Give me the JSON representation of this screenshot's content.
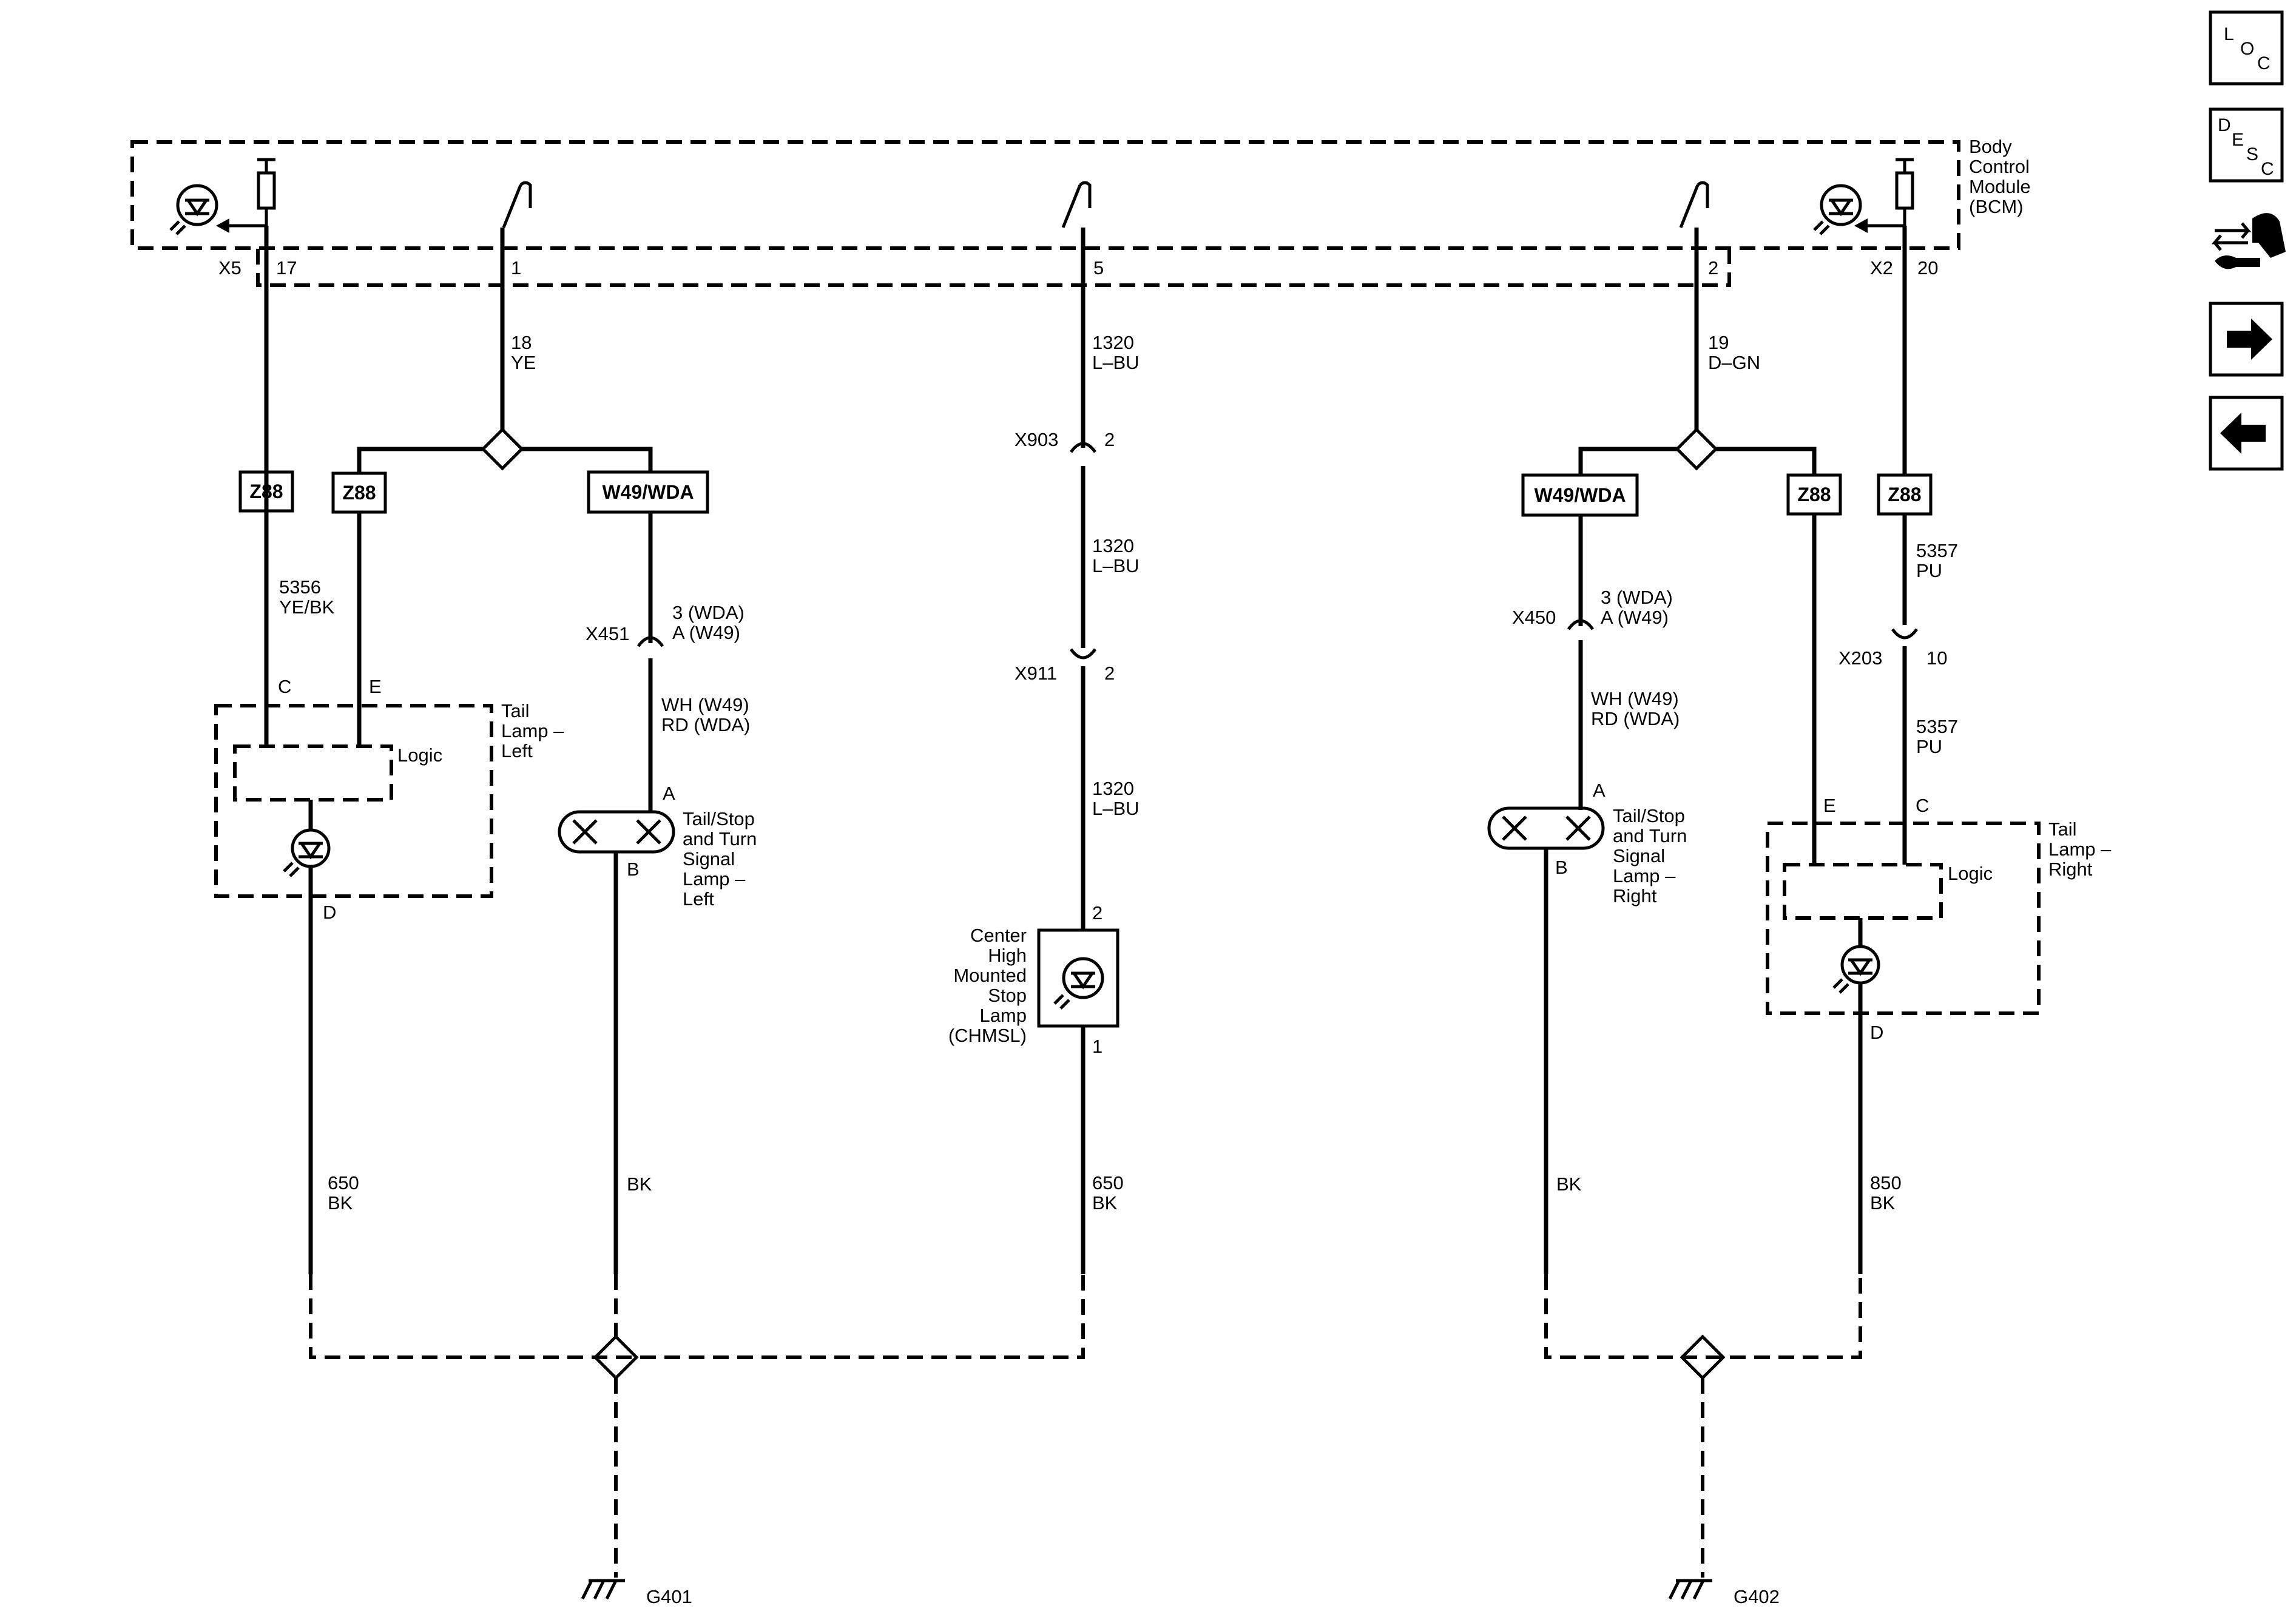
{
  "module": {
    "name_lines": [
      "Body",
      "Control",
      "Module",
      "(BCM)"
    ],
    "pins": {
      "x5": "X5",
      "p17": "17",
      "p1": "1",
      "p5": "5",
      "p2": "2",
      "x2": "X2",
      "p20": "20"
    }
  },
  "wires": {
    "w18": [
      "18",
      "YE"
    ],
    "w1320_a": [
      "1320",
      "L–BU"
    ],
    "w1320_b": [
      "1320",
      "L–BU"
    ],
    "w1320_c": [
      "1320",
      "L–BU"
    ],
    "w19": [
      "19",
      "D–GN"
    ],
    "w5356": [
      "5356",
      "YE/BK"
    ],
    "w5357_a": [
      "5357",
      "PU"
    ],
    "w5357_b": [
      "5357",
      "PU"
    ],
    "w_left_sig": [
      "WH (W49)",
      "RD (WDA)"
    ],
    "w_right_sig": [
      "WH (W49)",
      "RD (WDA)"
    ],
    "w650_left": [
      "650",
      "BK"
    ],
    "w_bk_left": [
      "BK"
    ],
    "w650_center": [
      "650",
      "BK"
    ],
    "w_bk_right": [
      "BK"
    ],
    "w850": [
      "850",
      "BK"
    ]
  },
  "options": {
    "z88_1": "Z88",
    "z88_2": "Z88",
    "z88_3": "Z88",
    "z88_4": "Z88",
    "w49_left": "W49/WDA",
    "w49_right": "W49/WDA"
  },
  "connectors": {
    "x903": "X903",
    "x903_pin": "2",
    "x911": "X911",
    "x911_pin": "2",
    "x451": "X451",
    "x451_pins": [
      "3 (WDA)",
      "A (W49)"
    ],
    "x450": "X450",
    "x450_pins": [
      "3 (WDA)",
      "A (W49)"
    ],
    "x203": "X203",
    "x203_pin": "10"
  },
  "components": {
    "tail_left": [
      "Tail",
      "Lamp –",
      "Left"
    ],
    "tail_left_logic": "Logic",
    "tail_left_pins": {
      "c": "C",
      "e": "E",
      "d": "D"
    },
    "turn_left": [
      "Tail/Stop",
      "and Turn",
      "Signal",
      "Lamp –",
      "Left"
    ],
    "turn_left_pins": {
      "a": "A",
      "b": "B"
    },
    "chmsl": [
      "Center",
      "High",
      "Mounted",
      "Stop",
      "Lamp",
      "(CHMSL)"
    ],
    "chmsl_pins": {
      "p2": "2",
      "p1": "1"
    },
    "turn_right": [
      "Tail/Stop",
      "and Turn",
      "Signal",
      "Lamp –",
      "Right"
    ],
    "turn_right_pins": {
      "a": "A",
      "b": "B"
    },
    "tail_right": [
      "Tail",
      "Lamp –",
      "Right"
    ],
    "tail_right_logic": "Logic",
    "tail_right_pins": {
      "e": "E",
      "c": "C",
      "d": "D"
    }
  },
  "grounds": {
    "g401": "G401",
    "g402": "G402"
  },
  "nav": {
    "loc": [
      "L",
      "O",
      "C"
    ],
    "desc": [
      "D",
      "E",
      "S",
      "C"
    ],
    "icons": [
      "connector-repair-icon",
      "arrow-right-icon",
      "arrow-left-icon"
    ]
  }
}
